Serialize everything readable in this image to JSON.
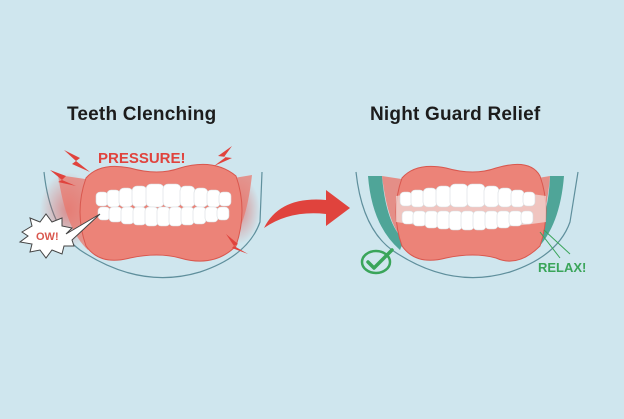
{
  "left_panel": {
    "title": "Teeth Clenching",
    "pressure_label": "PRESSURE!",
    "pain_label": "OW!",
    "icons": [
      "lightning-bolt-icon",
      "lightning-bolt-icon",
      "lightning-bolt-icon",
      "lightning-bolt-icon",
      "starburst-speech-bubble-icon"
    ]
  },
  "right_panel": {
    "title": "Night Guard Relief",
    "relax_label": "RELAX!",
    "icons": [
      "checkmark-circle-icon"
    ]
  },
  "connector": {
    "icon": "curved-arrow-right-icon"
  },
  "colors": {
    "background": "#cfe6ee",
    "gum": "#ec8378",
    "gum_dark": "#d9574e",
    "tooth": "#ffffff",
    "alert_red": "#e0433d",
    "guard_teal": "#4fa598",
    "relief_green": "#3aa55a",
    "jaw_line": "#5f8f9c",
    "title_text": "#1c1c1c"
  }
}
